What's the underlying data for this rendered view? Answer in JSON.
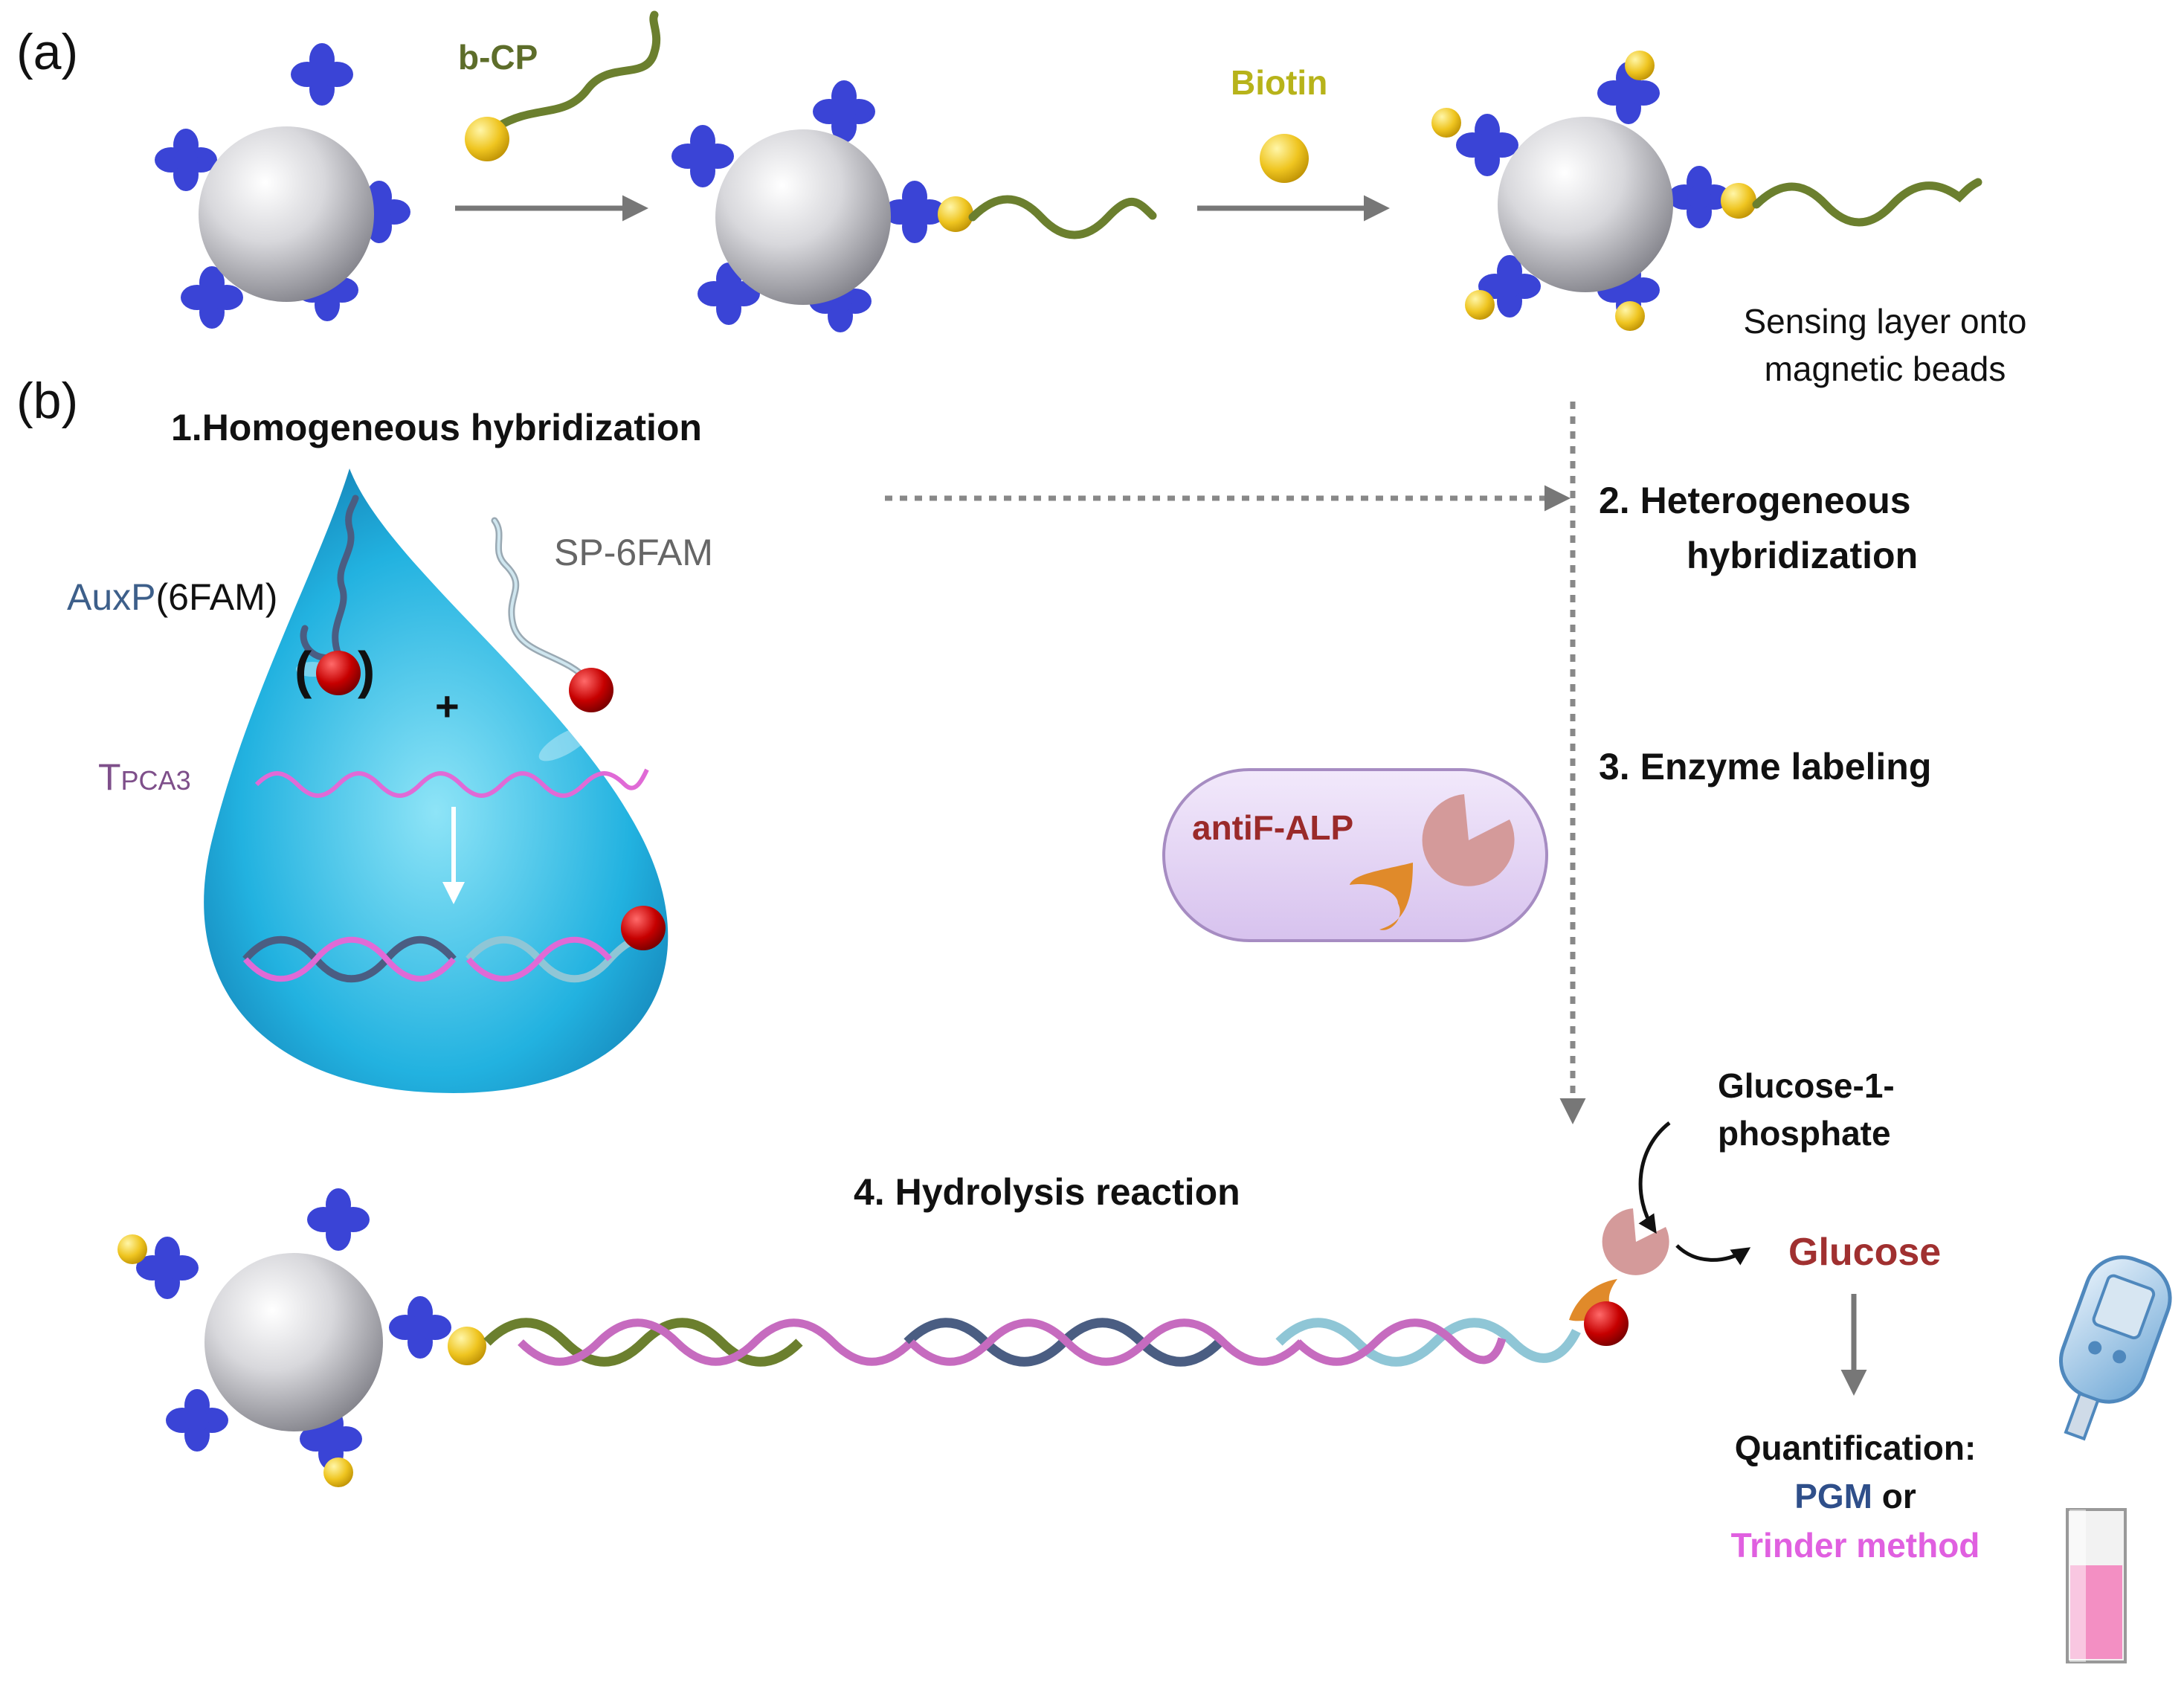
{
  "panels": {
    "a": "(a)",
    "b": "(b)"
  },
  "reagents": {
    "bcp": "b-CP",
    "biotin": "Biotin"
  },
  "sensing_layer": {
    "line1": "Sensing layer onto",
    "line2": "magnetic beads"
  },
  "steps": {
    "s1": "1.Homogeneous hybridization",
    "s2_line1": "2. Heterogeneous",
    "s2_line2": "hybridization",
    "s3": "3. Enzyme labeling",
    "s4": "4. Hydrolysis reaction"
  },
  "probes": {
    "auxp_prefix": "AuxP",
    "auxp_suffix": "(6FAM)",
    "sp": "SP-6FAM",
    "target_t": "T",
    "target_sub": "PCA3",
    "plus": "+",
    "paren_open": "(",
    "paren_close": ")"
  },
  "enzyme_label": "antiF-ALP",
  "substrate": {
    "line1": "Glucose-1-",
    "line2": "phosphate"
  },
  "product": "Glucose",
  "quantification": {
    "title": "Quantification:",
    "pgm": "PGM",
    "or": " or",
    "trinder": "Trinder method"
  },
  "colors": {
    "streptavidin": "#3a44d6",
    "biotin": "#e8c21a",
    "capture_probe": "#6b7f2e",
    "target": "#c66bbf",
    "auxp": "#4a5d82",
    "sp": "#8fc6d6",
    "fam_label": "#c00000",
    "enzyme": "#d49a9a",
    "antibody": "#e08a2a",
    "droplet": "#1aa6d8",
    "capsule": "#e3d3f3",
    "antiF_text": "#9a2a2a",
    "glucose_text": "#a03030",
    "pgm_text": "#2f4f8a",
    "trinder_text": "#e060e0",
    "bcp_text": "#5d6d2a",
    "biotin_text": "#b7b31a",
    "auxp_text": "#3d5f8a",
    "tpca3_text": "#7e4f8a"
  }
}
